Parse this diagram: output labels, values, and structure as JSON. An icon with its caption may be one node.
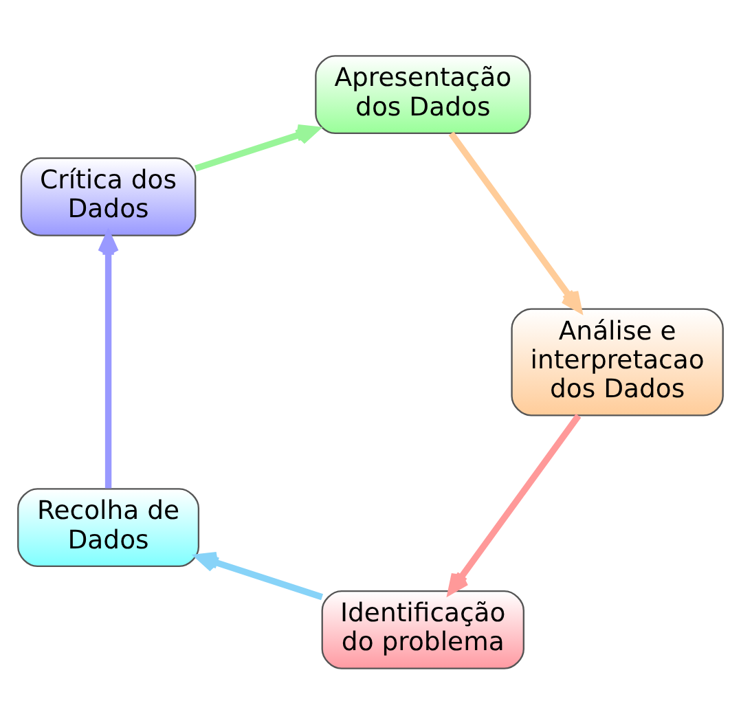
{
  "diagram": {
    "nodes": [
      {
        "text": [
          "Identificação do problema"
        ]
      },
      {
        "text": [
          "Recolha de Dados"
        ]
      },
      {
        "text": [
          "Crítica dos Dados"
        ]
      },
      {
        "text": [
          "Apresentação dos Dados"
        ]
      },
      {
        "text": [
          "Análise e interpretacao dos Dados"
        ]
      }
    ],
    "edges": [
      {
        "from": 0,
        "to": 1,
        "arrow": "to",
        "color": "#87d3f8"
      },
      {
        "from": 1,
        "to": 2,
        "arrow": "to",
        "color": "#9999ff"
      },
      {
        "from": 2,
        "to": 3,
        "arrow": "to",
        "color": "#99f599"
      },
      {
        "from": 3,
        "to": 4,
        "arrow": "to",
        "color": "#ffcc99"
      },
      {
        "from": 4,
        "to": 0,
        "arrow": "to",
        "color": "#ff9999"
      }
    ]
  }
}
